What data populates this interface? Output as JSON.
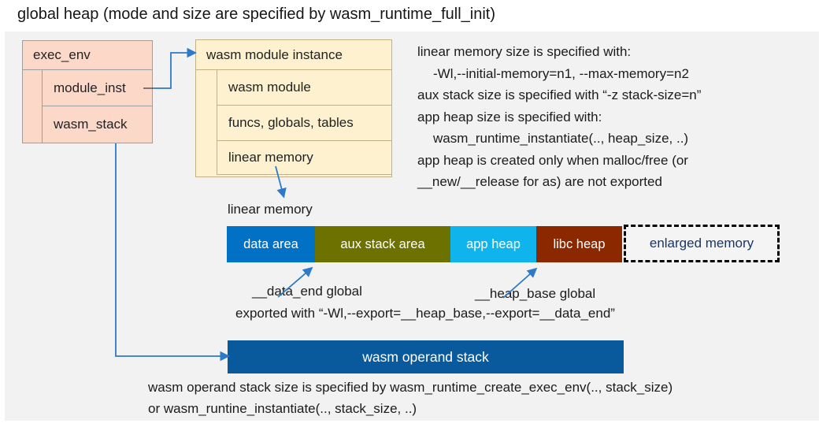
{
  "title": "global heap (mode and size are specified by wasm_runtime_full_init)",
  "exec_env": {
    "title": "exec_env",
    "rows": [
      {
        "label": "module_inst"
      },
      {
        "label": "wasm_stack"
      }
    ]
  },
  "module_instance": {
    "title": "wasm module instance",
    "rows": [
      {
        "label": "wasm module"
      },
      {
        "label": "funcs, globals, tables"
      },
      {
        "label": "linear memory"
      }
    ]
  },
  "notes": {
    "lines": [
      "linear memory size is specified with:",
      "-Wl,--initial-memory=n1, --max-memory=n2",
      "aux stack size is specified with “-z stack-size=n”",
      "app heap size is specified with:",
      "wasm_runtime_instantiate(.., heap_size, ..)",
      "app heap is created only when malloc/free (or",
      "__new/__release for as) are not exported"
    ]
  },
  "linear_memory": {
    "label": "linear memory",
    "segments": [
      {
        "label": "data area",
        "color": "#0071c5"
      },
      {
        "label": "aux stack area",
        "color": "#6c7100"
      },
      {
        "label": "app heap",
        "color": "#0fb4ec"
      },
      {
        "label": "libc heap",
        "color": "#8c2800"
      }
    ],
    "enlarged": {
      "label": "enlarged memory",
      "text_color": "#18366b",
      "border": "dashed-black"
    }
  },
  "globals": {
    "data_end": "__data_end global",
    "heap_base": "__heap_base global",
    "exported": "exported with “-Wl,--export=__heap_base,--export=__data_end”"
  },
  "operand_stack": {
    "label": "wasm operand stack",
    "color": "#095a9d"
  },
  "footer": {
    "lines": [
      "wasm operand stack size is specified by wasm_runtime_create_exec_env(.., stack_size)",
      "or wasm_runtine_instantiate(.., stack_size, ..)"
    ]
  },
  "palette": {
    "panel_bg": "#f2f2f2",
    "exec_env_fill": "#fcd8c9",
    "module_instance_fill": "#fdf1d0",
    "arrow_blue": "#2d7ac9"
  }
}
